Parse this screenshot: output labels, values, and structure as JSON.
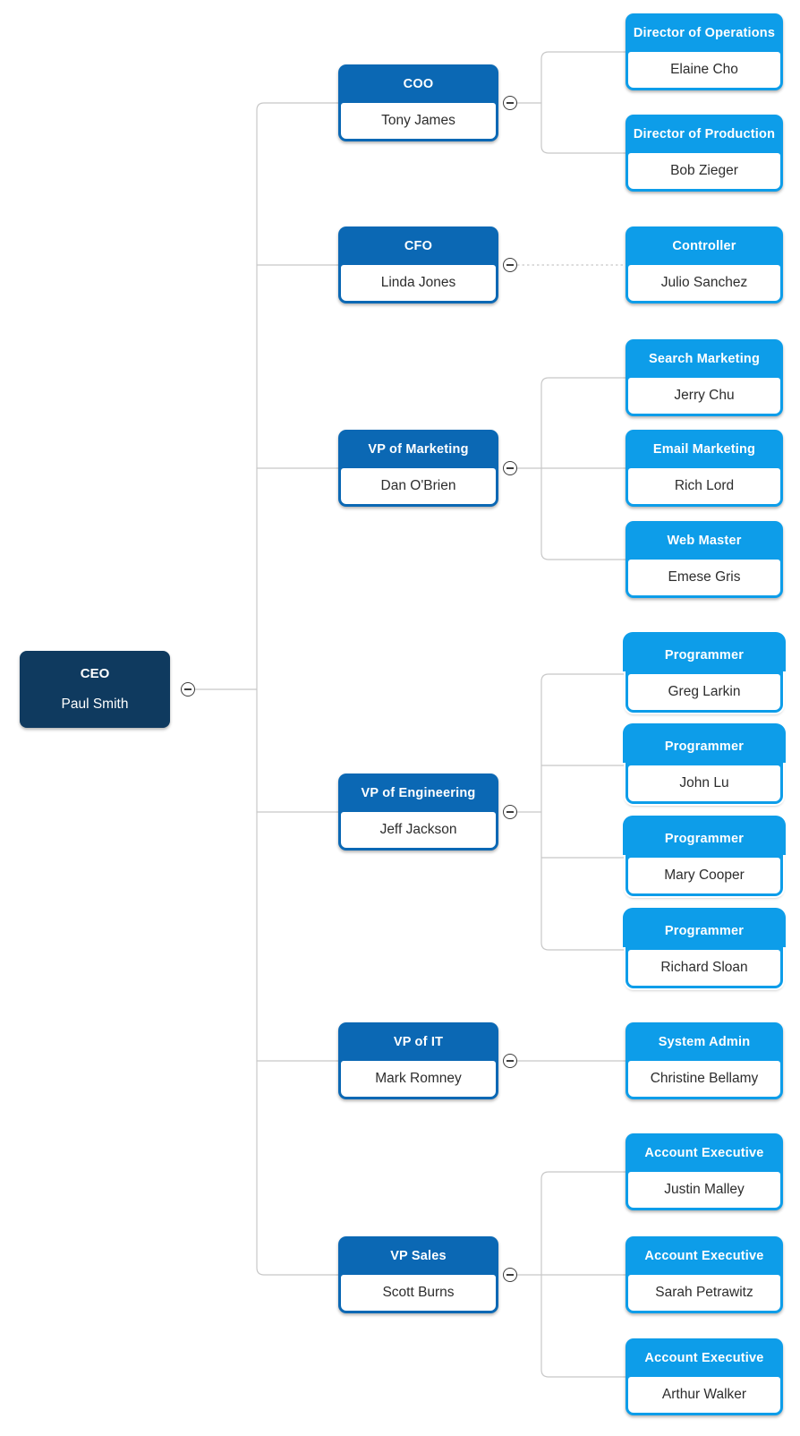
{
  "palette": {
    "root_fill": "#0f3a5f",
    "manager_fill": "#0b68b4",
    "report_fill": "#0d9de9",
    "connector_line": "#c8c8c8",
    "collapse_icon_color": "#3c3c3c",
    "title_text": "#ffffff",
    "name_text": "#2d2d2d",
    "page_bg": "#ffffff"
  },
  "icons": {
    "collapse_glyph": "minus-circle",
    "collapse_state": "expanded"
  },
  "org": {
    "root": {
      "title": "CEO",
      "name": "Paul Smith"
    },
    "branches": [
      {
        "title": "COO",
        "name": "Tony James",
        "connector": "solid",
        "reports": [
          {
            "title": "Director of Operations",
            "name": "Elaine Cho"
          },
          {
            "title": "Director of Production",
            "name": "Bob Zieger"
          }
        ]
      },
      {
        "title": "CFO",
        "name": "Linda Jones",
        "connector": "dotted",
        "reports": [
          {
            "title": "Controller",
            "name": "Julio Sanchez"
          }
        ]
      },
      {
        "title": "VP of Marketing",
        "name": "Dan O'Brien",
        "connector": "solid",
        "reports": [
          {
            "title": "Search Marketing",
            "name": "Jerry Chu"
          },
          {
            "title": "Email Marketing",
            "name": "Rich Lord"
          },
          {
            "title": "Web Master",
            "name": "Emese Gris"
          }
        ]
      },
      {
        "title": "VP of Engineering",
        "name": "Jeff Jackson",
        "connector": "solid",
        "reports": [
          {
            "title": "Programmer",
            "name": "Greg Larkin",
            "multi_position": true
          },
          {
            "title": "Programmer",
            "name": "John Lu",
            "multi_position": true
          },
          {
            "title": "Programmer",
            "name": "Mary Cooper",
            "multi_position": true
          },
          {
            "title": "Programmer",
            "name": "Richard Sloan",
            "multi_position": true
          }
        ]
      },
      {
        "title": "VP of IT",
        "name": "Mark Romney",
        "connector": "solid",
        "reports": [
          {
            "title": "System Admin",
            "name": "Christine Bellamy"
          }
        ]
      },
      {
        "title": "VP Sales",
        "name": "Scott Burns",
        "connector": "solid",
        "reports": [
          {
            "title": "Account Executive",
            "name": "Justin Malley"
          },
          {
            "title": "Account Executive",
            "name": "Sarah Petrawitz"
          },
          {
            "title": "Account Executive",
            "name": "Arthur Walker"
          }
        ]
      }
    ]
  }
}
